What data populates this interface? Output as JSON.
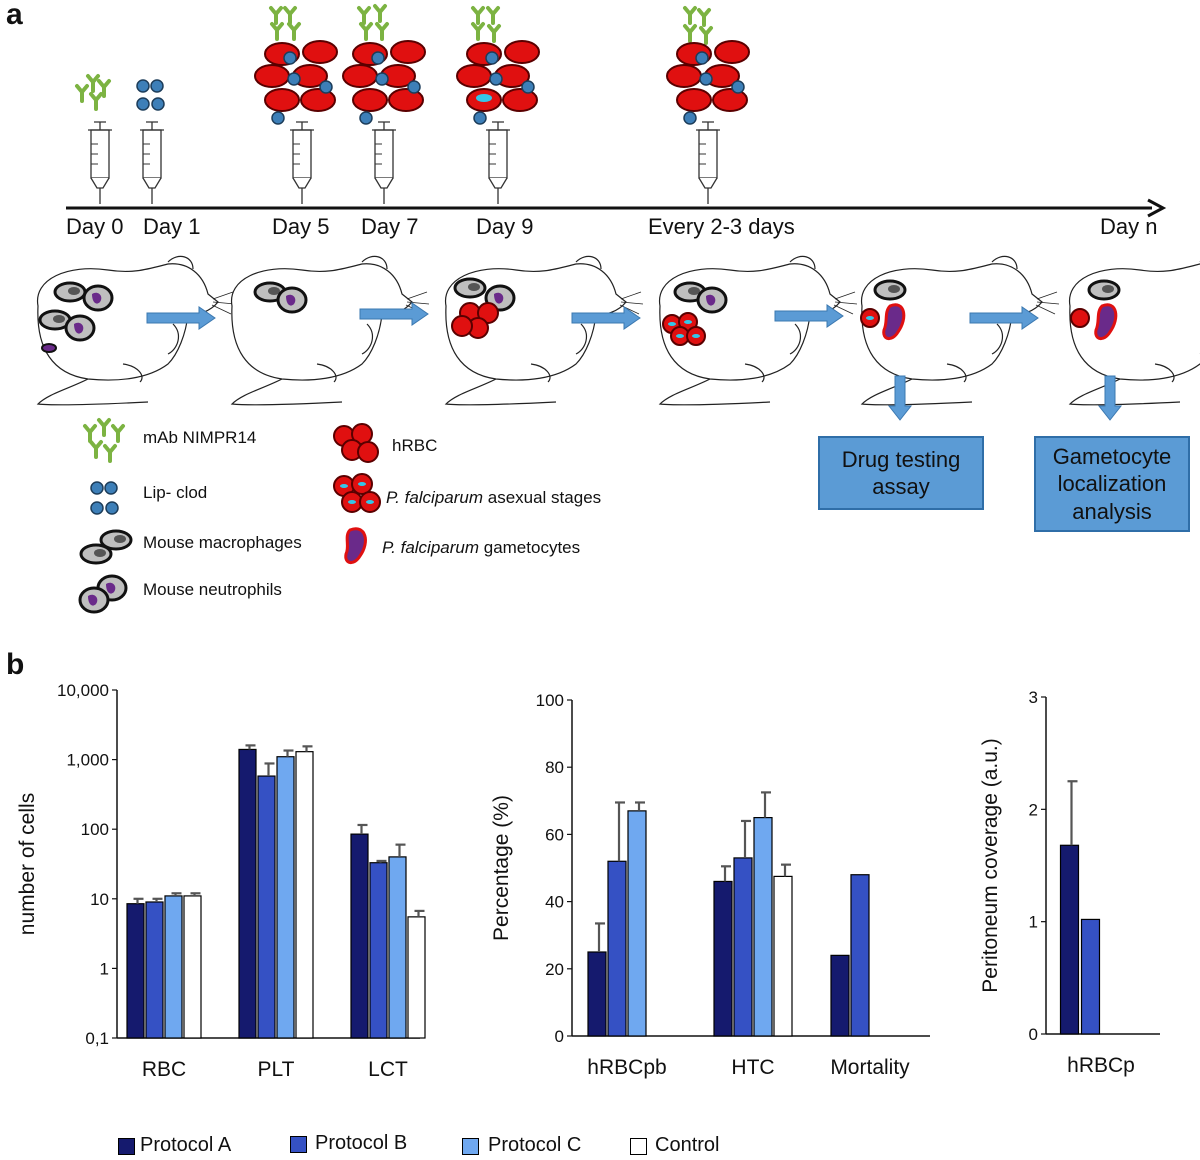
{
  "panel_a": {
    "letter": "a",
    "timeline_days": [
      "Day 0",
      "Day 1",
      "Day 5",
      "Day 7",
      "Day 9",
      "Every 2-3 days",
      "Day n"
    ],
    "legend": {
      "mab": "mAb NIMPR14",
      "lipclod": "Lip- clod",
      "macrophages": "Mouse macrophages",
      "neutrophils": "Mouse neutrophils",
      "hrbc": "hRBC",
      "asexual_italic": "P. falciparum",
      "asexual_rest": " asexual stages",
      "gametocytes_italic": "P. falciparum",
      "gametocytes_rest": " gametocytes"
    },
    "boxes": {
      "drug_line1": "Drug testing",
      "drug_line2": "assay",
      "gam_line1": "Gametocyte",
      "gam_line2": "localization",
      "gam_line3": "analysis"
    },
    "colors": {
      "antibody": "#7cb342",
      "liposome": "#3d7fb8",
      "rbc": "#e01010",
      "arrow": "#5b9bd5",
      "parasite": "#35c6e8",
      "neutrophil_nucleus": "#6a2a8a"
    }
  },
  "panel_b": {
    "letter": "b",
    "legend": [
      "Protocol A",
      "Protocol B",
      "Protocol C",
      "Control"
    ],
    "colors": {
      "Protocol A": "#151a6e",
      "Protocol B": "#3551c4",
      "Protocol C": "#6fa8f0",
      "Control": "#ffffff"
    }
  },
  "chart_data": [
    {
      "type": "bar",
      "ylabel": "number of cells",
      "yscale": "log",
      "ylim": [
        0.1,
        10000
      ],
      "yticks": [
        "0,1",
        "1",
        "10",
        "100",
        "1,000",
        "10,000"
      ],
      "categories": [
        "RBC",
        "PLT",
        "LCT"
      ],
      "series": [
        {
          "name": "Protocol A",
          "values": [
            8.5,
            1400,
            85
          ],
          "errors": [
            1.5,
            200,
            30
          ]
        },
        {
          "name": "Protocol B",
          "values": [
            9,
            580,
            33
          ],
          "errors": [
            1,
            300,
            2
          ]
        },
        {
          "name": "Protocol C",
          "values": [
            11,
            1100,
            40
          ],
          "errors": [
            1,
            250,
            20
          ]
        },
        {
          "name": "Control",
          "values": [
            11,
            1300,
            5.5
          ],
          "errors": [
            1,
            250,
            1.2
          ]
        }
      ]
    },
    {
      "type": "bar",
      "ylabel": "Percentage (%)",
      "ylim": [
        0,
        100
      ],
      "yticks": [
        "0",
        "20",
        "40",
        "60",
        "80",
        "100"
      ],
      "categories": [
        "hRBCpb",
        "HTC",
        "Mortality"
      ],
      "series": [
        {
          "name": "Protocol A",
          "values": [
            25,
            46,
            24
          ],
          "errors": [
            8.5,
            4.5,
            0
          ]
        },
        {
          "name": "Protocol B",
          "values": [
            52,
            53,
            48
          ],
          "errors": [
            17.5,
            11,
            0
          ]
        },
        {
          "name": "Protocol C",
          "values": [
            67,
            65,
            null
          ],
          "errors": [
            2.5,
            7.5,
            0
          ]
        },
        {
          "name": "Control",
          "values": [
            null,
            47.5,
            null
          ],
          "errors": [
            0,
            3.5,
            0
          ]
        }
      ]
    },
    {
      "type": "bar",
      "ylabel": "Peritoneum coverage (a.u.)",
      "ylim": [
        0,
        3
      ],
      "yticks": [
        "0",
        "1",
        "2",
        "3"
      ],
      "categories": [
        "hRBCp"
      ],
      "series": [
        {
          "name": "Protocol A",
          "values": [
            1.68
          ],
          "errors": [
            0.57
          ]
        },
        {
          "name": "Protocol B",
          "values": [
            1.02
          ],
          "errors": [
            0
          ]
        },
        {
          "name": "Protocol C",
          "values": [
            null
          ],
          "errors": [
            0
          ]
        },
        {
          "name": "Control",
          "values": [
            null
          ],
          "errors": [
            0
          ]
        }
      ]
    }
  ]
}
